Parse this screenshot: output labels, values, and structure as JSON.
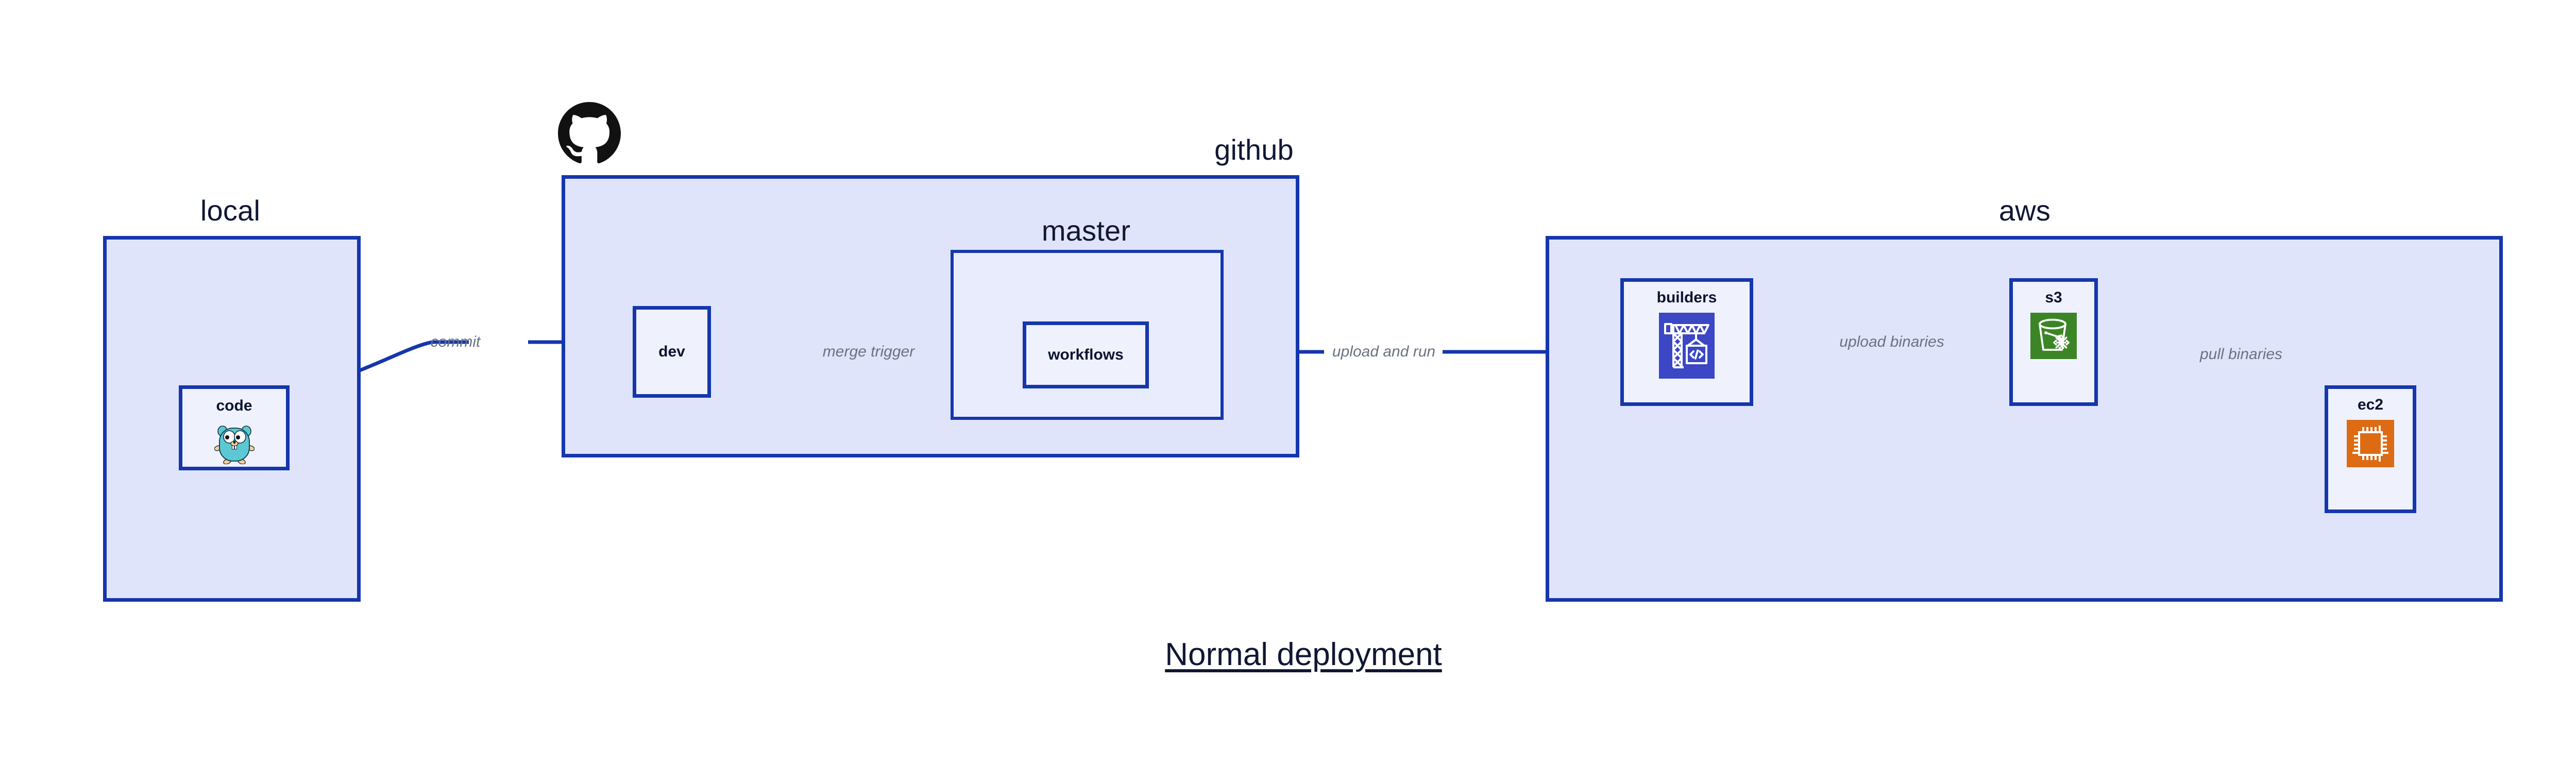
{
  "diagram": {
    "title": "Normal deployment",
    "background_color": "#ffffff",
    "group_fill": "#dfe4fb",
    "group_inner_fill": "#e8ecfd",
    "node_fill": "#eff2fd",
    "stroke_color": "#1536ad",
    "label_color": "#111734",
    "edge_label_color": "#6b7280"
  },
  "groups": {
    "local": {
      "label": "local"
    },
    "github": {
      "label": "github"
    },
    "master": {
      "label": "master"
    },
    "aws": {
      "label": "aws"
    }
  },
  "nodes": {
    "code": {
      "label": "code",
      "icon": "go-gopher-icon"
    },
    "dev": {
      "label": "dev",
      "icon": "none"
    },
    "workflows": {
      "label": "workflows",
      "icon": "none"
    },
    "builders": {
      "label": "builders",
      "icon": "crane-code-icon",
      "icon_color": "#3b47c4"
    },
    "s3": {
      "label": "s3",
      "icon": "s3-bucket-glacier-icon",
      "icon_color": "#3c8527"
    },
    "ec2": {
      "label": "ec2",
      "icon": "cpu-chip-icon",
      "icon_color": "#dd6b14"
    }
  },
  "edges": [
    {
      "id": "code-to-dev",
      "label": "commit",
      "from": "code",
      "to": "dev"
    },
    {
      "id": "dev-to-workflows",
      "label": "merge trigger",
      "from": "dev",
      "to": "workflows"
    },
    {
      "id": "workflows-to-builders",
      "label": "upload and run",
      "from": "workflows",
      "to": "builders"
    },
    {
      "id": "builders-to-s3",
      "label": "upload binaries",
      "from": "builders",
      "to": "s3"
    },
    {
      "id": "s3-to-ec2",
      "label": "pull binaries",
      "from": "s3",
      "to": "ec2"
    }
  ],
  "logos": {
    "github": "github-octocat-icon"
  }
}
